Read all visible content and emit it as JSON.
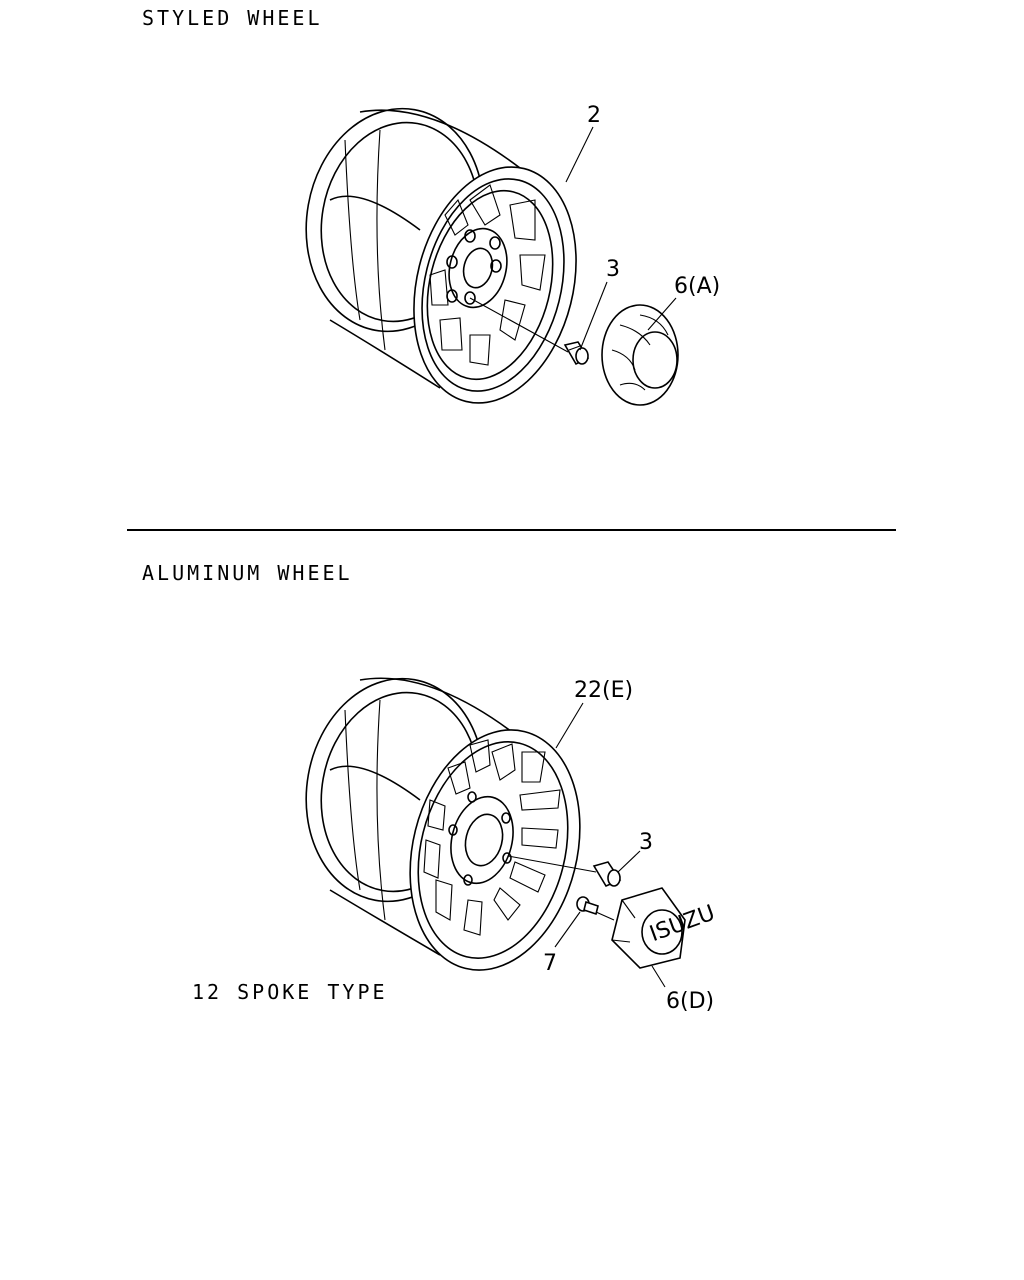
{
  "sections": [
    {
      "title": "STYLED WHEEL",
      "callouts": {
        "rim": "2",
        "nut": "3",
        "cap": "6(A)"
      }
    },
    {
      "title": "ALUMINUM WHEEL",
      "variant": "12 SPOKE TYPE",
      "callouts": {
        "rim": "22(E)",
        "nut": "3",
        "bolt": "7",
        "cap": "6(D)"
      },
      "cap_logo": "ISUZU"
    }
  ]
}
